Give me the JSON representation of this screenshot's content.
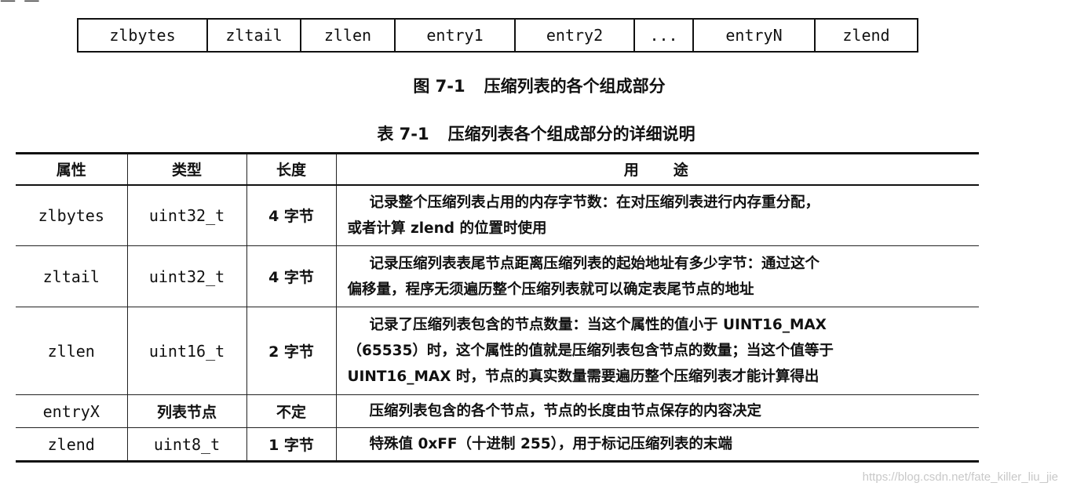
{
  "crop_fragment": "一 一",
  "structure": {
    "cells": [
      "zlbytes",
      "zltail",
      "zllen",
      "entry1",
      "entry2",
      "...",
      "entryN",
      "zlend"
    ]
  },
  "figure_caption": {
    "number": "图 7-1",
    "text": "压缩列表的各个组成部分"
  },
  "table_caption": {
    "number": "表 7-1",
    "text": "压缩列表各个组成部分的详细说明"
  },
  "table": {
    "headers": {
      "attribute": "属性",
      "type": "类型",
      "length": "长度",
      "purpose": "用途"
    },
    "rows": [
      {
        "attribute": "zlbytes",
        "type": "uint32_t",
        "length": "4 字节",
        "purpose": [
          "记录整个压缩列表占用的内存字节数：在对压缩列表进行内存重分配，",
          "或者计算 zlend 的位置时使用"
        ]
      },
      {
        "attribute": "zltail",
        "type": "uint32_t",
        "length": "4 字节",
        "purpose": [
          "记录压缩列表表尾节点距离压缩列表的起始地址有多少字节：通过这个",
          "偏移量，程序无须遍历整个压缩列表就可以确定表尾节点的地址"
        ]
      },
      {
        "attribute": "zllen",
        "type": "uint16_t",
        "length": "2 字节",
        "purpose": [
          "记录了压缩列表包含的节点数量：当这个属性的值小于 UINT16_MAX",
          "（65535）时，这个属性的值就是压缩列表包含节点的数量；当这个值等于",
          "UINT16_MAX 时，节点的真实数量需要遍历整个压缩列表才能计算得出"
        ]
      },
      {
        "attribute": "entryX",
        "type": "列表节点",
        "length": "不定",
        "purpose": [
          "压缩列表包含的各个节点，节点的长度由节点保存的内容决定"
        ]
      },
      {
        "attribute": "zlend",
        "type": "uint8_t",
        "length": "1 字节",
        "purpose": [
          "特殊值 0xFF（十进制 255），用于标记压缩列表的末端"
        ]
      }
    ]
  },
  "watermark": "https://blog.csdn.net/fate_killer_liu_jie"
}
